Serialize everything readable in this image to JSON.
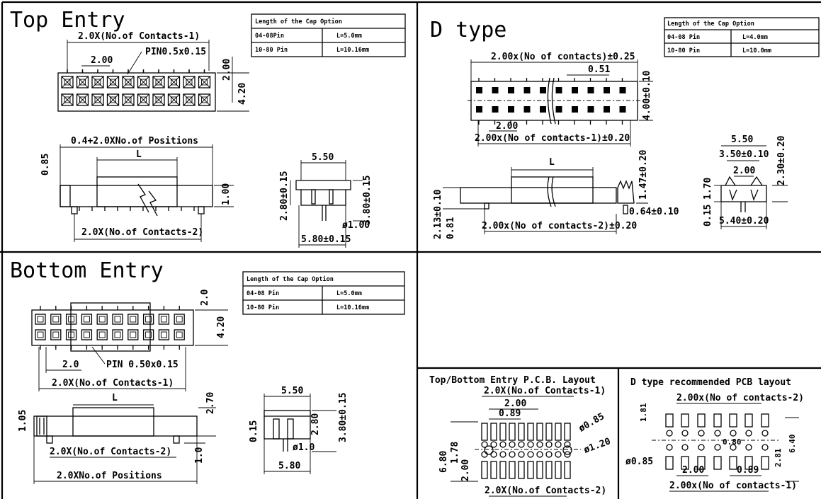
{
  "panels": {
    "top_entry": {
      "title": "Top Entry",
      "dim_pitch_total": "2.0X(No.of Contacts-1)",
      "dim_pitch": "2.00",
      "dim_pin": "PIN0.5x0.15",
      "dim_row_pitch": "2.00",
      "dim_width": "4.20",
      "dim_length_total": "0.4+2.0XNo.of Positions",
      "dim_L": "L",
      "dim_085": "0.85",
      "dim_100": "1.00",
      "dim_bottom_pitch": "2.0X(No.of Contacts-2)",
      "dim_side_width": "5.50",
      "dim_side_h1": "2.80±0.15",
      "dim_side_h2": "3.80±0.15",
      "dim_side_w2": "5.80±0.15",
      "dim_hole": "ø1.00",
      "table": {
        "header": "Length of the Cap Option",
        "rows": [
          [
            "04-08Pin",
            "L=5.0mm"
          ],
          [
            "10-80 Pin",
            "L=10.16mm"
          ]
        ]
      }
    },
    "d_type": {
      "title": "D type",
      "dim_total": "2.00x(No of contacts)±0.25",
      "dim_051": "0.51",
      "dim_height": "4.00±0.10",
      "dim_pitch": "2.00",
      "dim_pitch_total": "2.00x(No of contacts-1)±0.20",
      "dim_L": "L",
      "dim_147": "1.47±0.20",
      "dim_064": "0.64±0.10",
      "dim_213": "2.13±0.10",
      "dim_081": "0.81",
      "dim_bottom": "2.00x(No of contacts-2)±0.20",
      "dim_side_w": "5.50",
      "dim_side_350": "3.50±0.10",
      "dim_side_200": "2.00",
      "dim_side_230": "2.30±0.20",
      "dim_side_170": "1.70",
      "dim_side_015": "0.15",
      "dim_side_540": "5.40±0.20",
      "table": {
        "header": "Length of the Cap Option",
        "rows": [
          [
            "04-08 Pin",
            "L=4.0mm"
          ],
          [
            "10-80 Pin",
            "L=10.0mm"
          ]
        ]
      }
    },
    "bottom_entry": {
      "title": "Bottom Entry",
      "dim_row": "2.0",
      "dim_width": "4.20",
      "dim_pitch": "2.0",
      "dim_pin": "PIN 0.50x0.15",
      "dim_pitch_total": "2.0X(No.of Contacts-1)",
      "dim_L": "L",
      "dim_270": "2.70",
      "dim_105": "1.05",
      "dim_bottom": "2.0X(No.of Contacts-2)",
      "dim_10": "1.0",
      "dim_positions": "2.0XNo.of Positions",
      "dim_side_w": "5.50",
      "dim_side_015": "0.15",
      "dim_side_280": "2.80",
      "dim_side_380": "3.80±0.15",
      "dim_hole": "ø1.0",
      "dim_side_580": "5.80",
      "table": {
        "header": "Length of the Cap Option",
        "rows": [
          [
            "04-08 Pin",
            "L=5.0mm"
          ],
          [
            "10-80 Pin",
            "L=10.16mm"
          ]
        ]
      }
    },
    "pcb_layout": {
      "title": "Top/Bottom Entry P.C.B.  Layout",
      "dim_top": "2.0X(No.of Contacts-1)",
      "dim_200": "2.00",
      "dim_089": "0.89",
      "dim_085": "ø0.85",
      "dim_680": "6.80",
      "dim_178": "1.78",
      "dim_120": "ø1.20",
      "dim_200v": "2.00",
      "dim_bottom": "2.0X(No.of Contacts-2)"
    },
    "d_pcb_layout": {
      "title": "D type recommended PCB layout",
      "dim_top": "2.00x(No of contacts-2)",
      "dim_085": "ø0.85",
      "dim_080": "0.80",
      "dim_200": "2.00",
      "dim_089": "0.89",
      "dim_bottom": "2.00x(No of contacts-1)",
      "dim_left_v": "1.81",
      "dim_right_v1": "6.40",
      "dim_right_v2": "2.81"
    }
  }
}
